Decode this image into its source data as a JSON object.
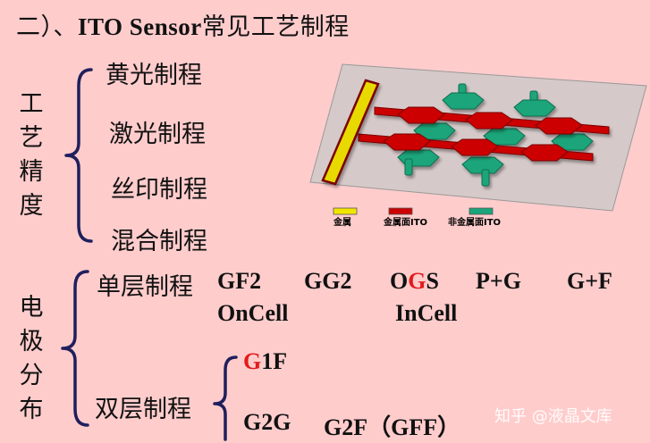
{
  "title": {
    "prefix": "二）、",
    "latin": "ITO Sensor",
    "suffix": "常见工艺制程"
  },
  "craft_precision": {
    "label_chars": [
      "工",
      "艺",
      "精",
      "度"
    ],
    "items": [
      "黄光制程",
      "激光制程",
      "丝印制程",
      "混合制程"
    ]
  },
  "diagram": {
    "legend": [
      {
        "label": "金属",
        "color": "#f2e600"
      },
      {
        "label": "金属面ITO",
        "color": "#cc0000"
      },
      {
        "label": "非金属面ITO",
        "color": "#1aa57a"
      }
    ]
  },
  "electrode": {
    "label_chars": [
      "电",
      "极",
      "分",
      "布"
    ],
    "single_layer": {
      "label": "单层制程",
      "codes": [
        "GF2",
        "GG2",
        "OGS",
        "P+G",
        "G+F"
      ],
      "codes_row2": [
        "OnCell",
        "InCell"
      ]
    },
    "double_layer": {
      "label": "双层制程",
      "g1f": "G1F",
      "codes": [
        "G2G",
        "G2F（GFF）"
      ]
    }
  },
  "watermark": "知乎 @液晶文库",
  "colors": {
    "background": "#ffcccc",
    "brace": "#1f1f5c",
    "highlight_red": "#e31a1a"
  }
}
